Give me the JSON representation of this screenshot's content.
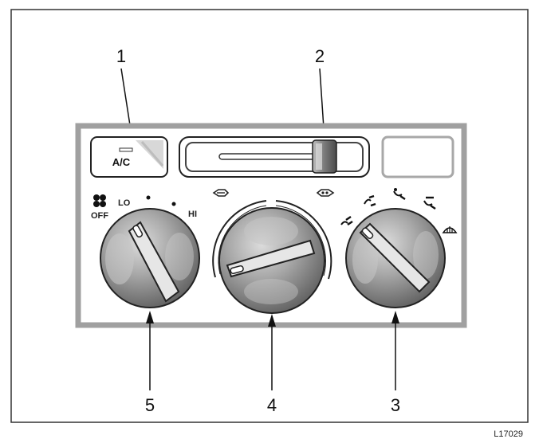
{
  "callouts": {
    "c1": "1",
    "c2": "2",
    "c3": "3",
    "c4": "4",
    "c5": "5"
  },
  "ac_button": {
    "label": "A/C"
  },
  "fan_knob": {
    "off_label": "OFF",
    "lo_label": "LO",
    "hi_label": "HI"
  },
  "figure_ref": "L17029",
  "colors": {
    "frame": "#333333",
    "panel_border": "#a0a0a0",
    "knob_dark": "#6e6e6e",
    "knob_light": "#d6d6d6",
    "indicator": "#ffffff"
  }
}
